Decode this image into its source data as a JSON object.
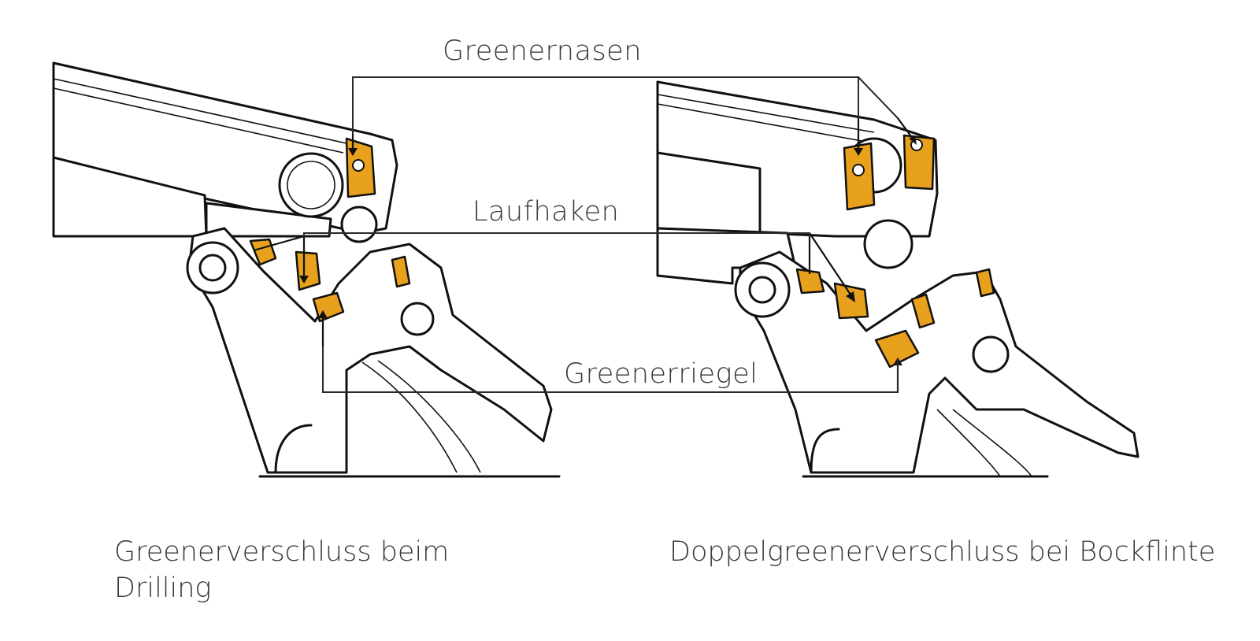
{
  "colors": {
    "highlight": "#e8a11c",
    "ink": "#111111",
    "label": "#3a3a3a",
    "background": "#ffffff"
  },
  "labels": {
    "greenernasen": "Greenernasen",
    "laufhaken": "Laufhaken",
    "greenerriegel": "Greenerriegel"
  },
  "captions": {
    "left": "Greenerverschluss beim Drilling",
    "right": "Doppelgreenerverschluss bei Bockflinte"
  }
}
